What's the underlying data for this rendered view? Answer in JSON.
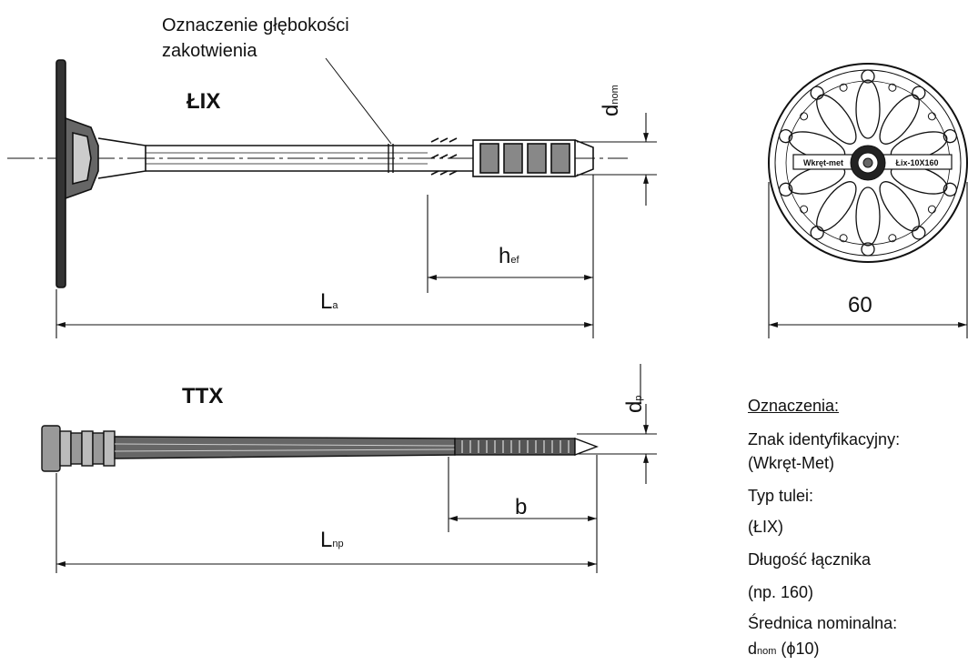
{
  "labels": {
    "depth_mark_line1": "Oznaczenie głębokości",
    "depth_mark_line2": "zakotwienia",
    "lix": "ŁIX",
    "ttx": "TTX",
    "d": "d",
    "d_nom_sub": "nom",
    "h": "h",
    "h_ef_sub": "ef",
    "L": "L",
    "L_a_sub": "a",
    "d_p_sub": "p",
    "b": "b",
    "L_np_sub": "np",
    "diameter": "60",
    "head_text_left": "Wkręt-met",
    "head_text_right": "Łix-10X160"
  },
  "legend": {
    "heading": "Oznaczenia:",
    "line1": "Znak identyfikacyjny:",
    "line2": "(Wkręt-Met)",
    "line3": "Typ tulei:",
    "line4": "(ŁIX)",
    "line5": "Długość łącznika",
    "line6": "(np. 160)",
    "line7": "Średnica nominalna:",
    "line8_main": "d",
    "line8_sub": "nom",
    "line8_rest": " (ϕ10)"
  }
}
